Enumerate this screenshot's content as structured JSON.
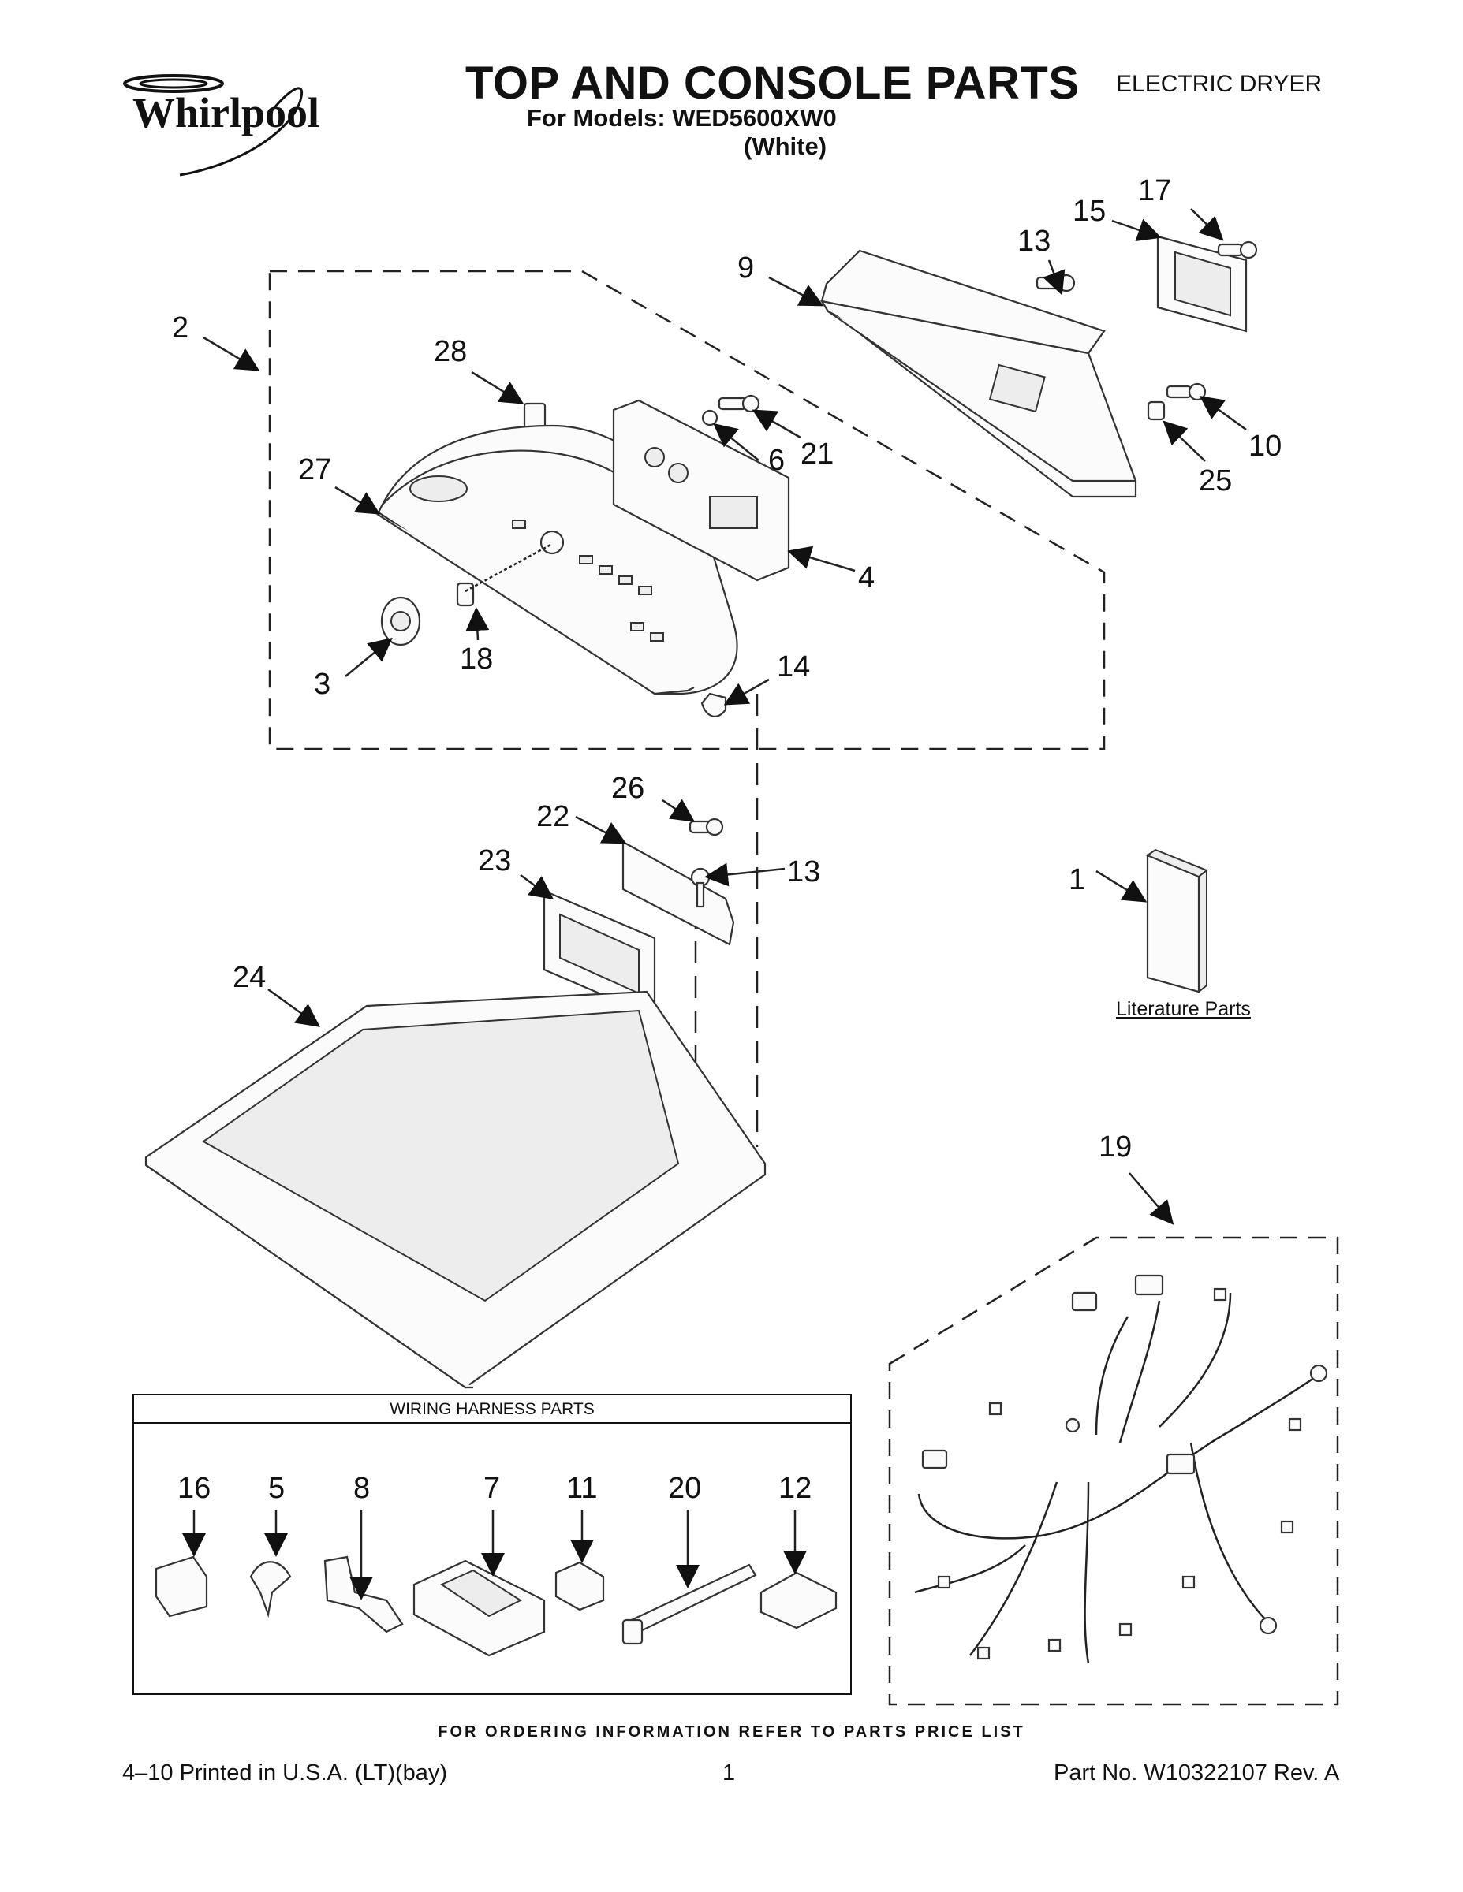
{
  "header": {
    "brand": "Whirlpool",
    "title": "TOP AND CONSOLE PARTS",
    "models_line": "For Models: WED5600XW0",
    "color": "(White)",
    "doc_type": "ELECTRIC DRYER"
  },
  "callouts": {
    "c1": "1",
    "c2": "2",
    "c3": "3",
    "c4": "4",
    "c5": "5",
    "c6": "6",
    "c7": "7",
    "c8": "8",
    "c9": "9",
    "c10": "10",
    "c11": "11",
    "c12": "12",
    "c13a": "13",
    "c13b": "13",
    "c14": "14",
    "c15": "15",
    "c16": "16",
    "c17": "17",
    "c18": "18",
    "c19": "19",
    "c20": "20",
    "c21": "21",
    "c22": "22",
    "c23": "23",
    "c24": "24",
    "c25": "25",
    "c26": "26",
    "c27": "27",
    "c28": "28"
  },
  "wiring_harness": {
    "heading": "WIRING HARNESS PARTS"
  },
  "literature": {
    "label": "Literature Parts"
  },
  "footer": {
    "ordering": "FOR ORDERING INFORMATION REFER TO PARTS PRICE LIST",
    "printed": "4–10 Printed in U.S.A. (LT)(bay)",
    "page": "1",
    "part_no": "Part No. W10322107 Rev. A"
  }
}
